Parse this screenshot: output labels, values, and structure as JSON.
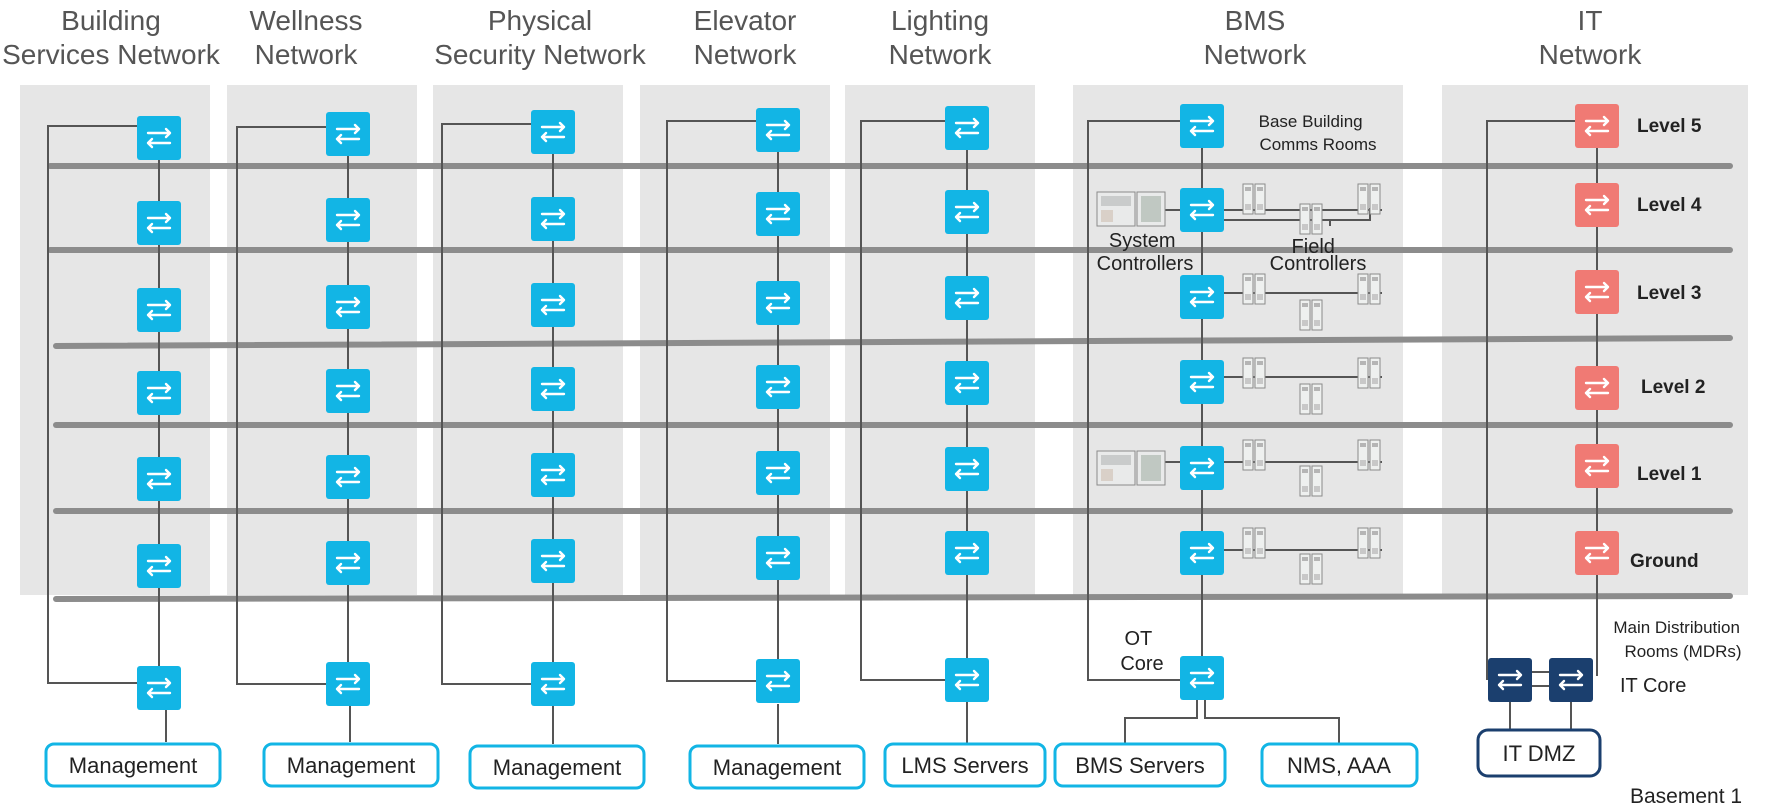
{
  "networks": [
    {
      "name": "Building\nServices Network",
      "box": "Management"
    },
    {
      "name": "Wellness\nNetwork",
      "box": "Management"
    },
    {
      "name": "Physical\nSecurity Network",
      "box": "Management"
    },
    {
      "name": "Elevator\nNetwork",
      "box": "Management"
    },
    {
      "name": "Lighting\nNetwork",
      "box": "LMS Servers"
    },
    {
      "name": "BMS\nNetwork"
    },
    {
      "name": "IT\nNetwork"
    }
  ],
  "bms": {
    "comms_rooms": "Base Building\nComms Rooms",
    "system_controllers": "System\nControllers",
    "field_controllers": "Field\nControllers",
    "ot_core": "OT\nCore",
    "servers": [
      "BMS Servers",
      "NMS, AAA"
    ]
  },
  "it": {
    "levels": [
      "Level 5",
      "Level 4",
      "Level 3",
      "Level 2",
      "Level 1",
      "Ground"
    ],
    "mdr": "Main Distribution\nRooms (MDRs)",
    "core": "IT Core",
    "dmz": "IT DMZ"
  },
  "basement": "Basement 1",
  "colors": {
    "switch": "#12b5e5",
    "it_switch": "#f07a74",
    "core_switch": "#1b3f6e",
    "box_border": "#12b5e5",
    "dmz_border": "#1b3f6e",
    "column_bg": "#e6e6e6",
    "floor_line": "#8c8c8c"
  }
}
